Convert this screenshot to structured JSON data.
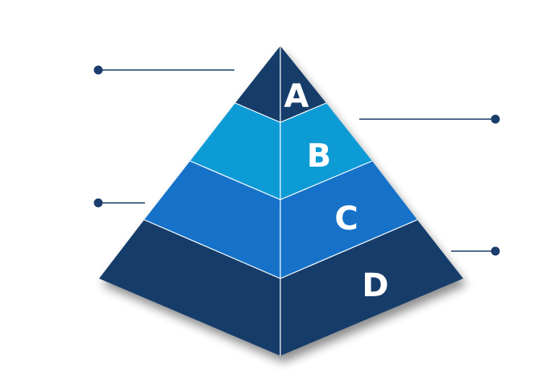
{
  "pyramid": {
    "levels": [
      {
        "label": "A",
        "left_color": "#173d6b",
        "right_color": "#173d6b"
      },
      {
        "label": "B",
        "left_color": "#0e9bd6",
        "right_color": "#0e9bd6"
      },
      {
        "label": "C",
        "left_color": "#1472c9",
        "right_color": "#1472c9"
      },
      {
        "label": "D",
        "left_color": "#173d6b",
        "right_color": "#173d6b"
      }
    ]
  },
  "colors": {
    "callout": "#1b3d6b",
    "edge": "#ffffff",
    "shadow": "#000000"
  }
}
